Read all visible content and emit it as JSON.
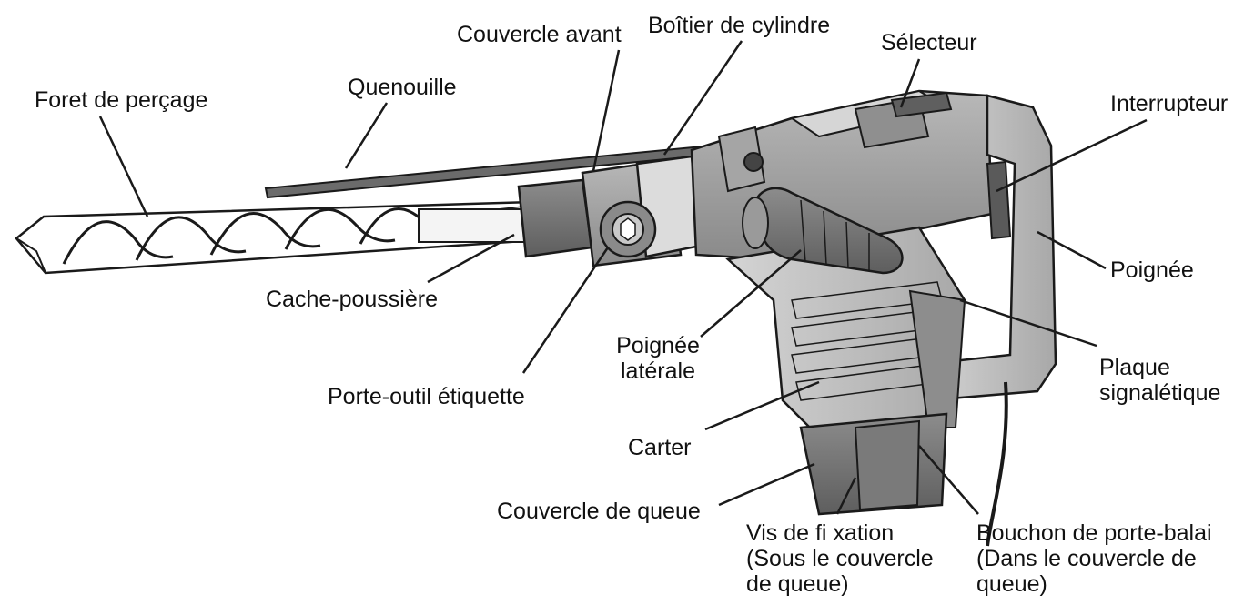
{
  "labels": {
    "foret": "Foret de perçage",
    "quenouille": "Quenouille",
    "couvercle_avant": "Couvercle avant",
    "boitier_cylindre": "Boîtier de cylindre",
    "selecteur": "Sélecteur",
    "interrupteur": "Interrupteur",
    "poignee": "Poignée",
    "cache_poussiere": "Cache-poussière",
    "porte_outil": "Porte-outil étiquette",
    "poignee_laterale": [
      "Poignée",
      "latérale"
    ],
    "plaque_signaletique": [
      "Plaque",
      "signalétique"
    ],
    "carter": "Carter",
    "couvercle_queue": "Couvercle de queue",
    "vis_fixation": [
      "Vis de fi xation",
      "(Sous le couvercle",
      "de queue)"
    ],
    "bouchon": [
      "Bouchon de porte-balai",
      "(Dans le couvercle de",
      "queue)"
    ]
  },
  "colors": {
    "outline": "#1a1a1a",
    "body_light": "#c9c9c9",
    "body_mid": "#9d9d9d",
    "body_dark": "#6e6e6e",
    "grip": "#7a7a7a"
  }
}
